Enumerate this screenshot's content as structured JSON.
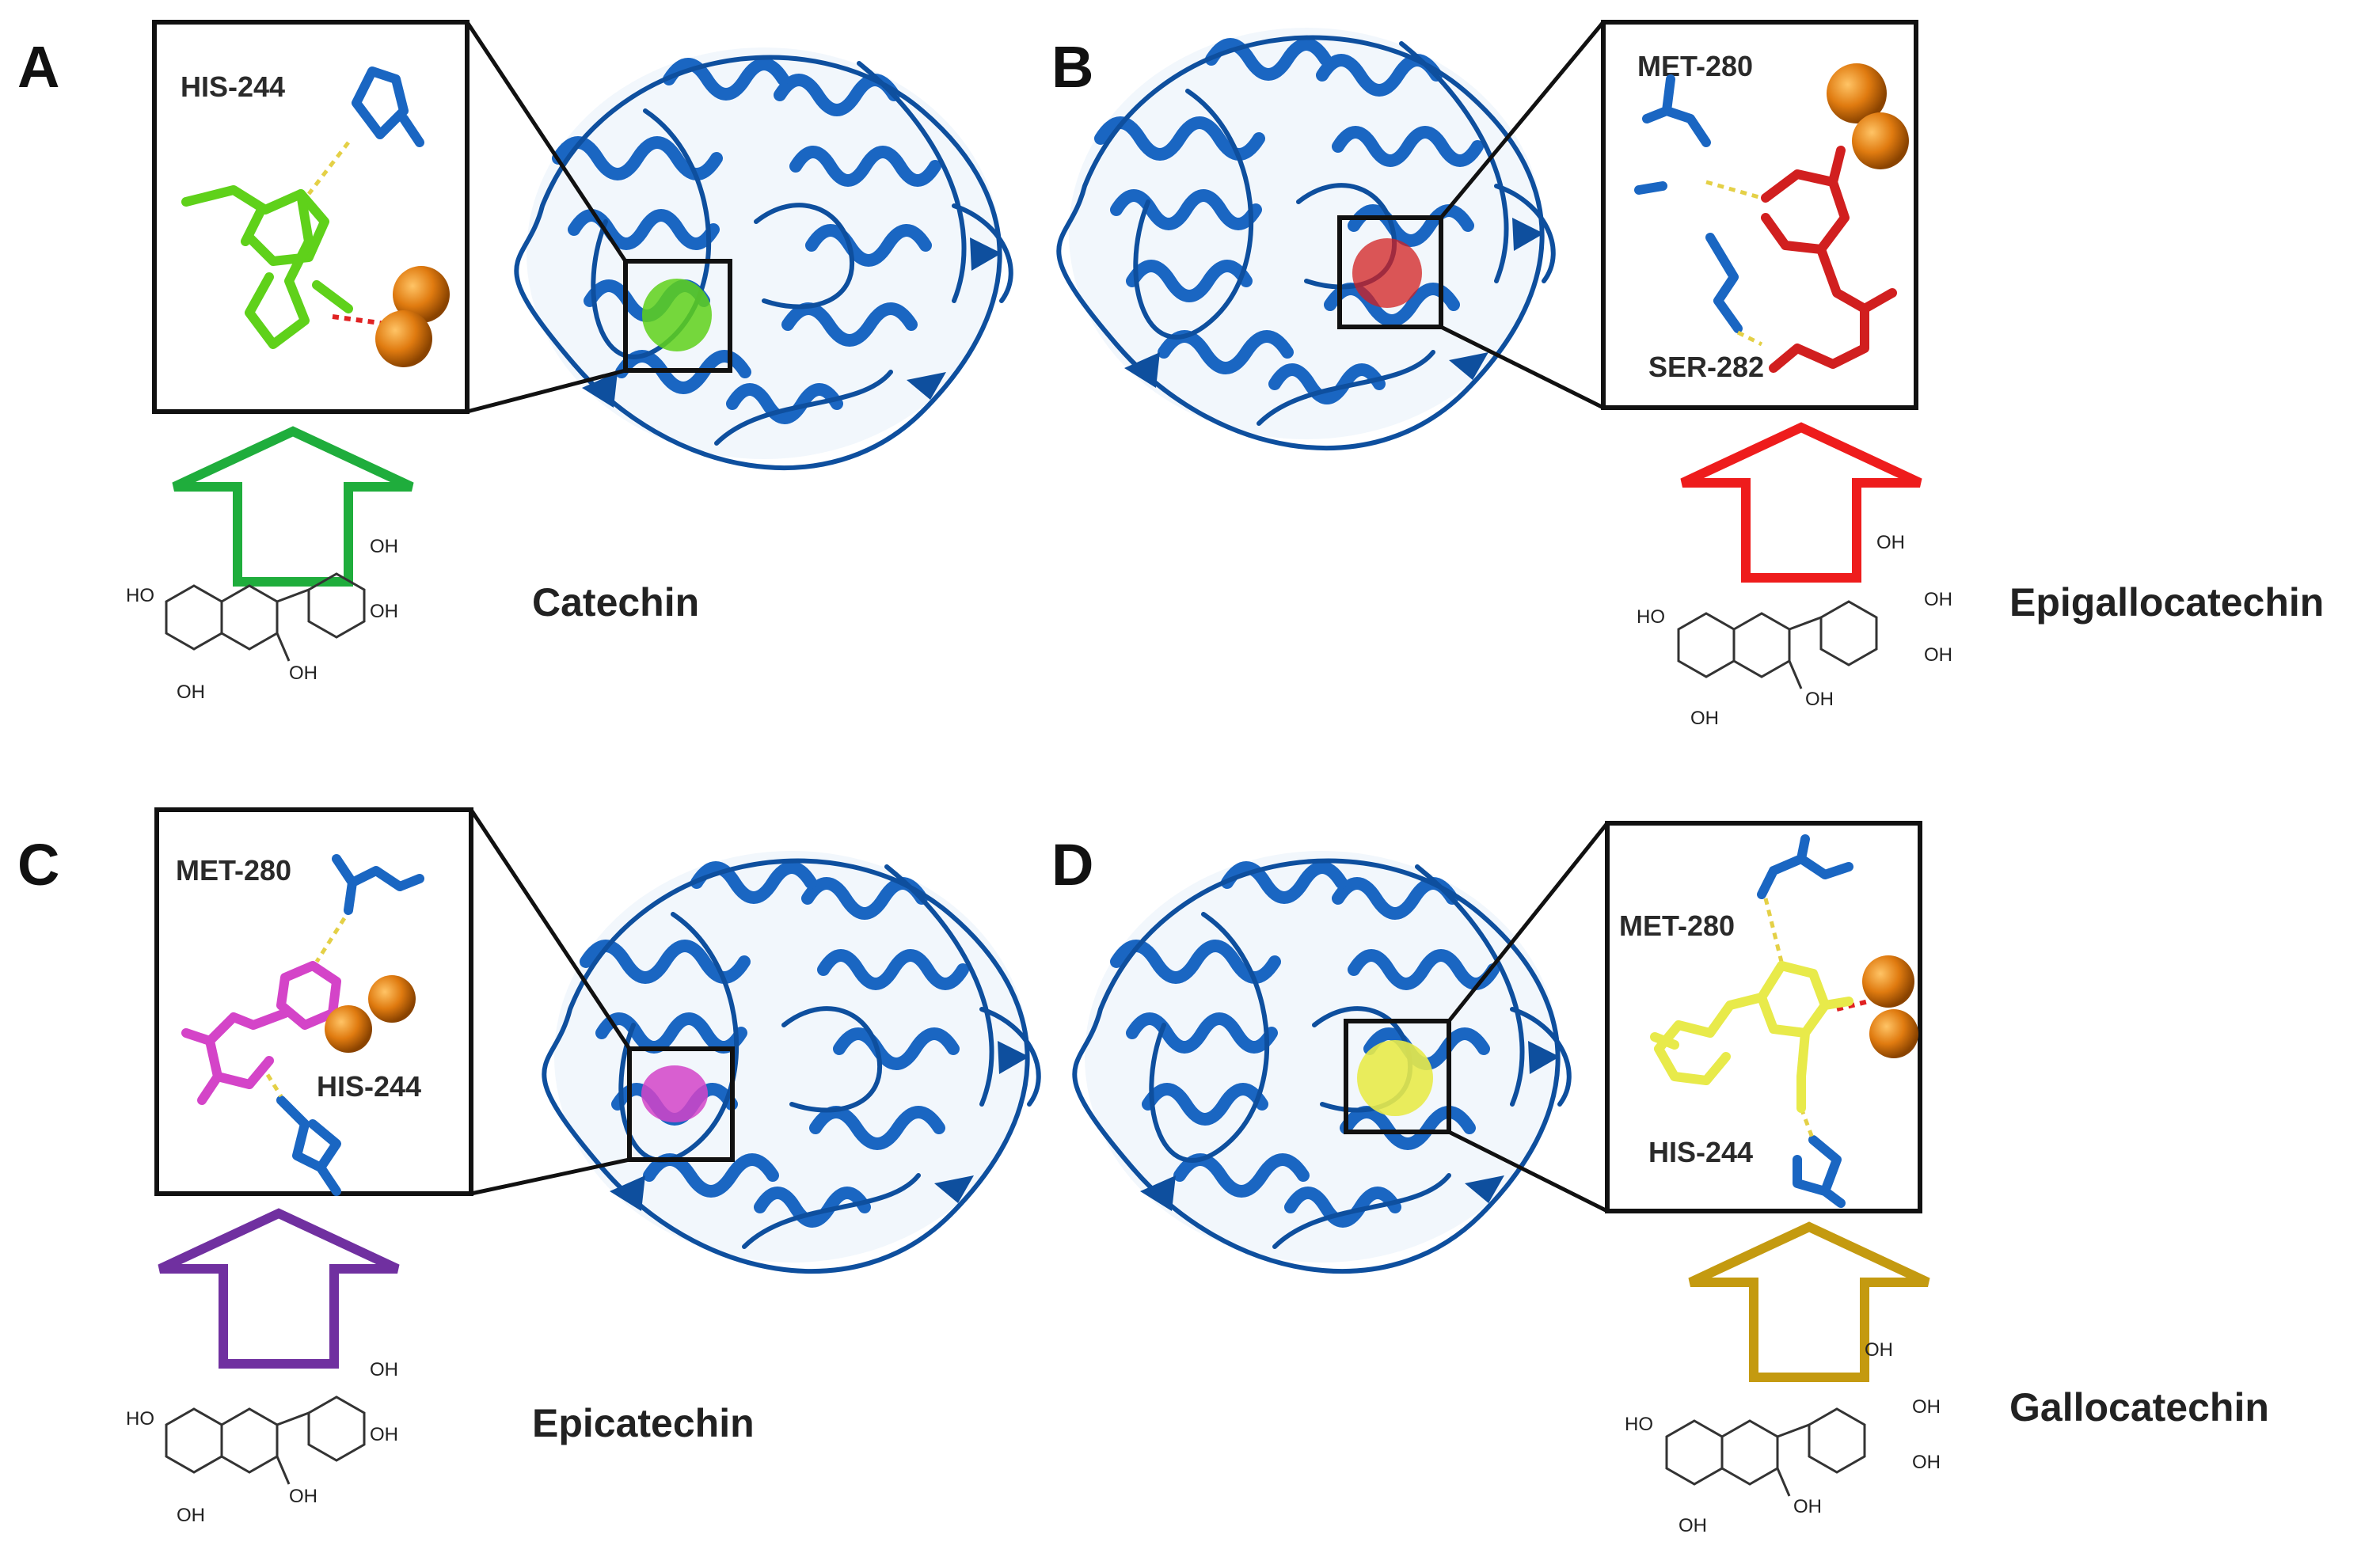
{
  "colors": {
    "protein": "#1a66c2",
    "protein_dark": "#0e4f9e",
    "metal": "#e07b10",
    "frame": "#111111",
    "catechin": "#5fd11a",
    "epigallocatechin": "#d11f1f",
    "epicatechin": "#d444c8",
    "gallocatechin": "#e8ea4a"
  },
  "panels": [
    {
      "letter": "A",
      "compound": "Catechin",
      "residues": [
        "HIS-244"
      ],
      "arrow_color": "#1fad3c",
      "ligand_color": "#5fd11a",
      "structure_oh": [
        "OH",
        "OH",
        "HO",
        "OH",
        "OH"
      ]
    },
    {
      "letter": "B",
      "compound": "Epigallocatechin",
      "residues": [
        "MET-280",
        "SER-282"
      ],
      "arrow_color": "#ee1c1c",
      "ligand_color": "#d11f1f",
      "structure_oh": [
        "OH",
        "OH",
        "OH",
        "HO",
        "OH",
        "OH"
      ]
    },
    {
      "letter": "C",
      "compound": "Epicatechin",
      "residues": [
        "MET-280",
        "HIS-244"
      ],
      "arrow_color": "#7030a0",
      "ligand_color": "#d444c8",
      "structure_oh": [
        "OH",
        "OH",
        "HO",
        "OH",
        "OH"
      ]
    },
    {
      "letter": "D",
      "compound": "Gallocatechin",
      "residues": [
        "MET-280",
        "HIS-244"
      ],
      "arrow_color": "#c49a10",
      "ligand_color": "#e8ea4a",
      "structure_oh": [
        "OH",
        "OH",
        "OH",
        "HO",
        "OH",
        "OH"
      ]
    }
  ]
}
